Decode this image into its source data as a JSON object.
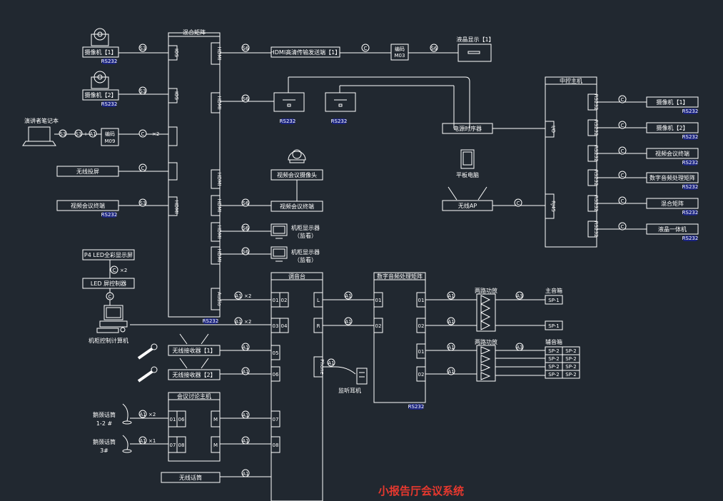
{
  "title": "小报告厅会议系统",
  "colors": {
    "background": "#212830",
    "line": "#ffffff",
    "badge": "#1a237e",
    "title": "#e8382e"
  },
  "labels": {
    "camera1": "摄像机【1】",
    "camera2": "摄像机【2】",
    "laptop": "演讲者笔记本",
    "m09": "M09",
    "wireless_share": "无线投屏",
    "conference_terminal": "视频会议终端",
    "hdmi_extender": "HDMI高清传输发送端【1】",
    "m03": "M03",
    "decoder_box": "编码",
    "display1": "液晶显示【1】",
    "central_control": "中控主机",
    "power_seq": "电源时序器",
    "tablet": "平板电脑",
    "wireless_ap": "无线AP",
    "video_conf_camera": "视频会议摄像头",
    "monitor_a1": "机柜显示器",
    "monitor_a2": "（监看）",
    "monitor_b1": "机柜显示器",
    "monitor_b2": "（监看）",
    "led_display": "P4 LED全彩显示屏",
    "led_controller": "LED 屏控制器",
    "cabinet_pc": "机柜控制计算机",
    "wmic1": "无线接收器【1】",
    "wmic2": "无线接收器【2】",
    "conf_host": "会议讨论主机",
    "gooseneck_a1": "鹅颈话筒",
    "gooseneck_a2": "1-2 #",
    "gooseneck_b1": "鹅颈话筒",
    "gooseneck_b2": "3#",
    "wireless_mic": "无线话筒",
    "mixer": "调音台",
    "dsp": "数字音频处理矩阵",
    "amp1": "两路功放",
    "amp2": "两路功放",
    "spk_main": "主音箱",
    "spk_aux": "辅音箱",
    "sp1a": "SP-1",
    "sp1b": "SP-1",
    "sp2": "SP-2",
    "headphone": "监听耳机",
    "matrix": "混合矩阵",
    "cc_out1": "摄像机【1】",
    "cc_out2": "摄像机【2】",
    "cc_out3": "视频会议终端",
    "cc_out4": "数字音频处理矩阵",
    "cc_out5": "混合矩阵",
    "cc_out6": "液晶一体机"
  },
  "ports": {
    "ios": "IOS",
    "hdmi": "HDMI",
    "audio": "Audio",
    "phone": "Phone",
    "l": "L",
    "r": "R",
    "rs232": "RS232",
    "io": "I/O",
    "rj45": "RJ45",
    "in01": "01",
    "in02": "02",
    "in03": "03",
    "in04": "04",
    "in05": "05",
    "in06": "06",
    "in07": "07",
    "in08": "08",
    "m": "M"
  },
  "cable_tags": {
    "s3": "S3",
    "s6": "S6",
    "c": "C",
    "a1": "A1",
    "a3": "A3",
    "x2": "×2",
    "x1": "×1",
    "c_x2": "C×2",
    "a1_x2": "A1×2",
    "a1_x1": "A1×1",
    "s3_s1": "S3",
    "plus": "+"
  }
}
